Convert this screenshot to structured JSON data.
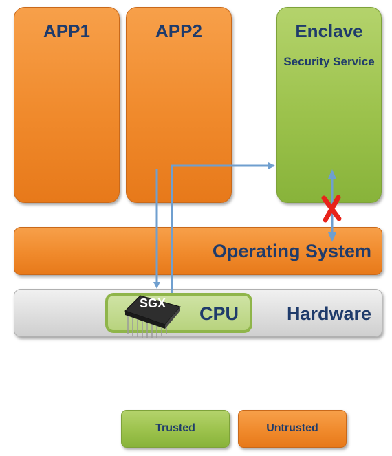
{
  "diagram": {
    "apps": [
      {
        "label": "APP1"
      },
      {
        "label": "APP2"
      }
    ],
    "enclave": {
      "title": "Enclave",
      "subtitle": "Security Service"
    },
    "layers": {
      "os": "Operating System",
      "hardware": "Hardware"
    },
    "cpu": {
      "label": "CPU",
      "chip_label": "SGX"
    },
    "legend": {
      "trusted": "Trusted",
      "untrusted": "Untrusted"
    },
    "colors": {
      "trusted": "#9cc24c",
      "untrusted": "#f08a2c",
      "hardware": "#dedede",
      "text": "#1f3b6b",
      "arrow": "#6f9fcf",
      "blocked": "#e8231a"
    },
    "icons": [
      "chip-icon",
      "blocked-x-icon"
    ]
  }
}
